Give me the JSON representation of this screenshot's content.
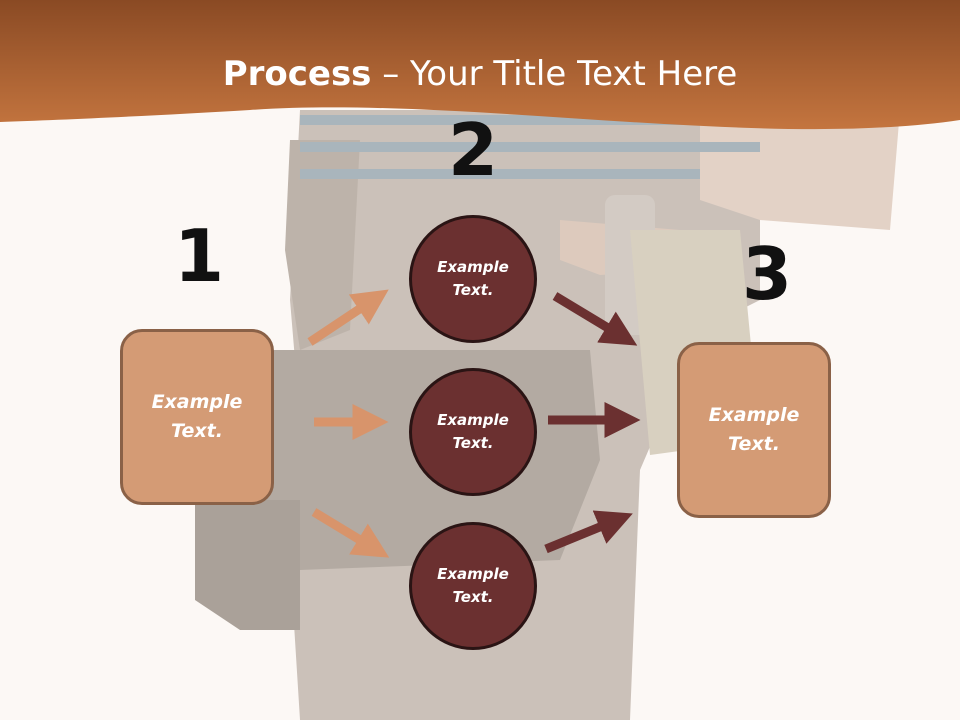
{
  "title": {
    "bold": "Process",
    "rest": " – Your Title Text Here"
  },
  "steps": {
    "one": "1",
    "two": "2",
    "three": "3"
  },
  "left_box": {
    "line1": "Example",
    "line2": "Text."
  },
  "right_box": {
    "line1": "Example",
    "line2": "Text."
  },
  "circles": [
    {
      "line1": "Example",
      "line2": "Text."
    },
    {
      "line1": "Example",
      "line2": "Text."
    },
    {
      "line1": "Example",
      "line2": "Text."
    }
  ],
  "colors": {
    "header": "#b0642f",
    "box_fill": "#d49b75",
    "circle_fill": "#6b3030",
    "arrow_light": "#d8946b",
    "arrow_dark": "#6b3030"
  }
}
